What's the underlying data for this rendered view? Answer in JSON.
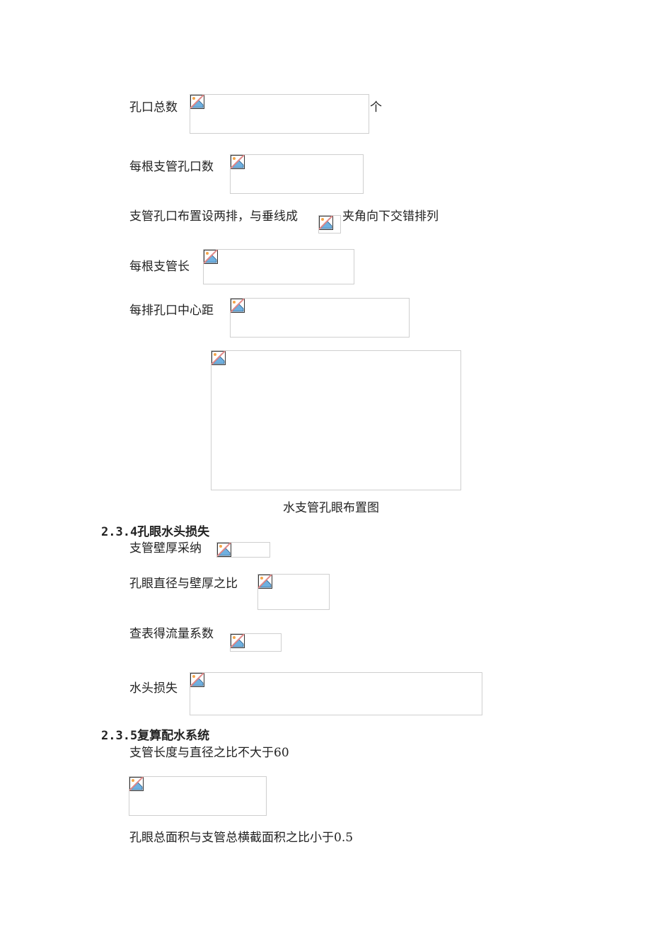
{
  "section_233": {
    "total_orifices_label": "孔口总数",
    "total_orifices_unit": "个",
    "orifices_per_lateral_label": "每根支管孔口数",
    "layout_sentence_prefix": "支管孔口布置设两排，与垂线成",
    "layout_sentence_suffix": "夹角向下交错排列",
    "lateral_length_label": "每根支管长",
    "row_spacing_label": "每排孔口中心距",
    "figure_caption": "水支管孔眼布置图"
  },
  "section_234": {
    "heading": "2.3.4孔眼水头损失",
    "wall_thickness_label": "支管壁厚采纳",
    "diameter_wall_ratio_label": "孔眼直径与壁厚之比",
    "flow_coefficient_label": "查表得流量系数",
    "head_loss_label": "水头损失"
  },
  "section_235": {
    "heading": "2.3.5复算配水系统",
    "length_diameter_rule": "支管长度与直径之比不大于60",
    "area_ratio_rule": "孔眼总面积与支管总横截面积之比小于0.5"
  },
  "icons": {
    "broken_image": "broken-image-icon"
  }
}
